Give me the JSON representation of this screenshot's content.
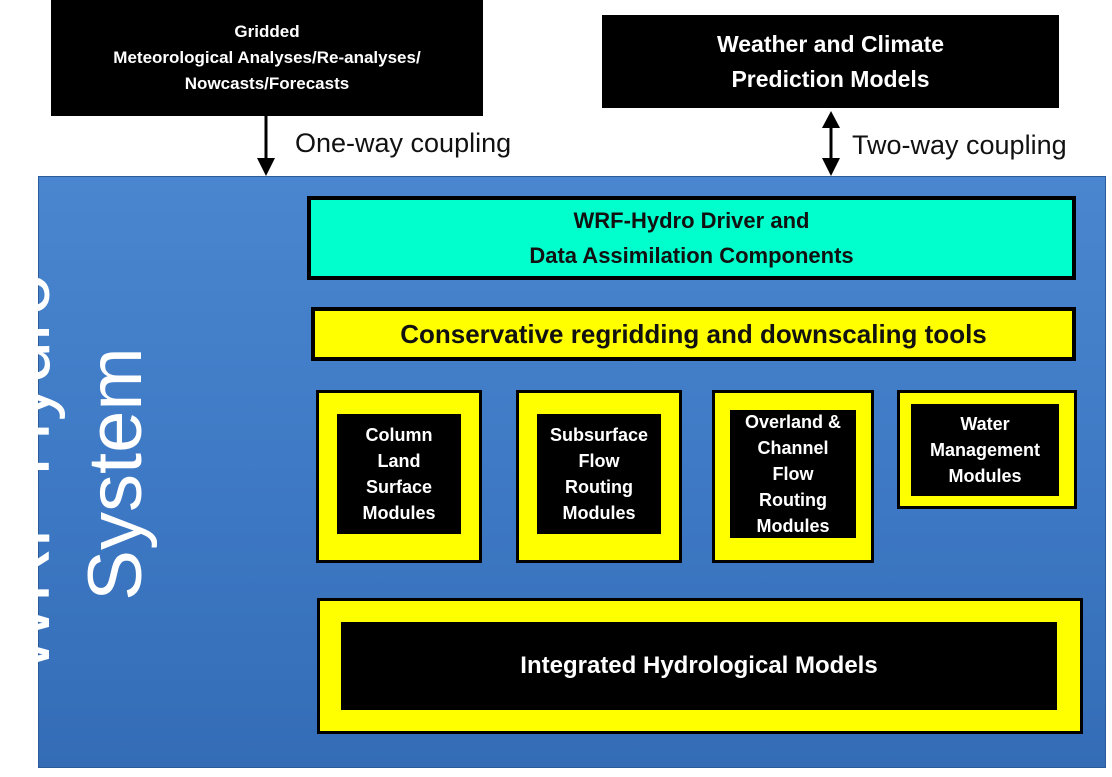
{
  "inputs": {
    "met_analyses": "Gridded\nMeteorological Analyses/Re-analyses/\nNowcasts/Forecasts",
    "prediction_models": "Weather and  Climate\nPrediction Models"
  },
  "couplings": {
    "one_way": "One-way coupling",
    "two_way": "Two-way coupling"
  },
  "system": {
    "title": "WRF-Hydro\nSystem",
    "driver": "WRF-Hydro Driver and\nData Assimilation  Components",
    "regridding": "Conservative regridding and downscaling tools",
    "modules": [
      "Column\nLand\nSurface\nModules",
      "Subsurface\nFlow\nRouting\nModules",
      "Overland &\nChannel\nFlow\nRouting\nModules",
      "Water\nManagement\nModules"
    ],
    "integrated": "Integrated Hydrological Models"
  },
  "colors": {
    "panel": "#3d78c4",
    "driver": "#00ffcc",
    "highlight": "#ffff00",
    "box": "#000000"
  }
}
